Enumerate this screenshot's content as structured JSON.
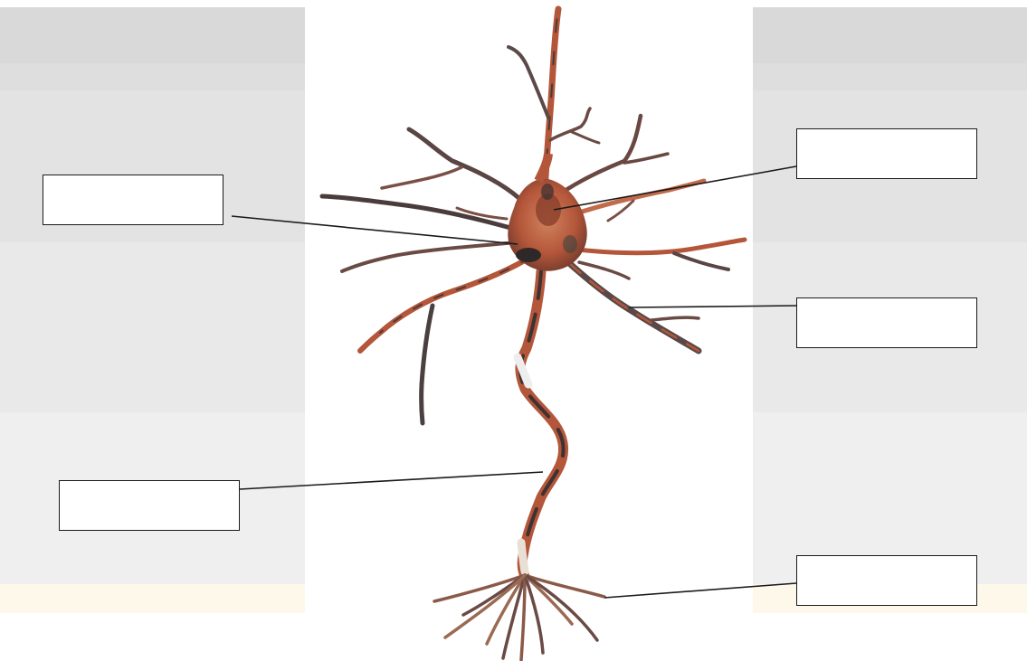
{
  "diagram": {
    "subject": "neuron",
    "labels": [
      {
        "id": "label-box-cell-body",
        "target": "cell-body",
        "text": ""
      },
      {
        "id": "label-box-nucleus",
        "target": "nucleus",
        "text": ""
      },
      {
        "id": "label-box-dendrite",
        "target": "dendrite",
        "text": ""
      },
      {
        "id": "label-box-axon",
        "target": "axon",
        "text": ""
      },
      {
        "id": "label-box-axon-terminal",
        "target": "axon-terminal",
        "text": ""
      }
    ],
    "colors": {
      "background": "#ffffff",
      "neuron_body": "#b4563a",
      "neuron_dark": "#4a3a3a",
      "neuron_light": "#e8d6c4",
      "leader_line": "#1a1a1a",
      "box_border": "#1a1a1a"
    }
  }
}
